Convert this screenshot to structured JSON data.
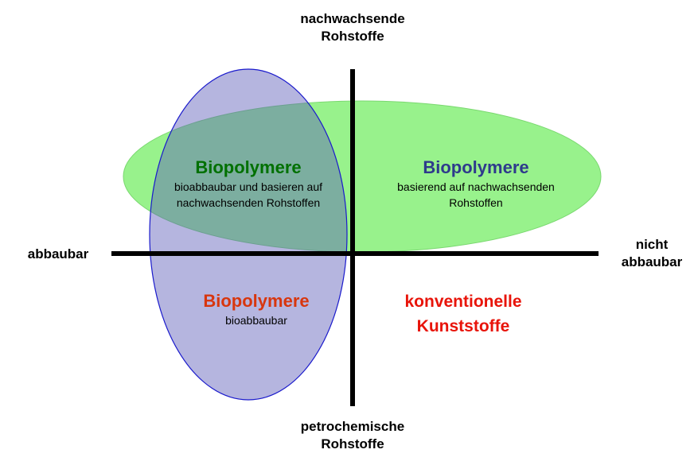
{
  "axes": {
    "top": [
      "nachwachsende",
      "Rohstoffe"
    ],
    "bottom": [
      "petrochemische",
      "Rohstoffe"
    ],
    "left": "abbaubar",
    "right": [
      "nicht",
      "abbaubar"
    ]
  },
  "quadrants": {
    "top_left": {
      "title": "Biopolymere",
      "desc": [
        "bioabbaubar und basieren auf",
        "nachwachsenden Rohstoffen"
      ],
      "title_color": "#007000"
    },
    "top_right": {
      "title": "Biopolymere",
      "desc": [
        "basierend auf nachwachsenden",
        "Rohstoffen"
      ],
      "title_color": "#2e3a8c"
    },
    "bottom_left": {
      "title": "Biopolymere",
      "desc": [
        "bioabbaubar"
      ],
      "title_color": "#d8360e"
    },
    "bottom_right": {
      "title": [
        "konventionelle",
        "Kunststoffe"
      ],
      "title_color": "#e8140a"
    }
  },
  "colors": {
    "green_ellipse": "#98f28c",
    "blue_ellipse": "#aaaad6",
    "blue_outline": "#1a1acc",
    "axis": "#000000"
  }
}
